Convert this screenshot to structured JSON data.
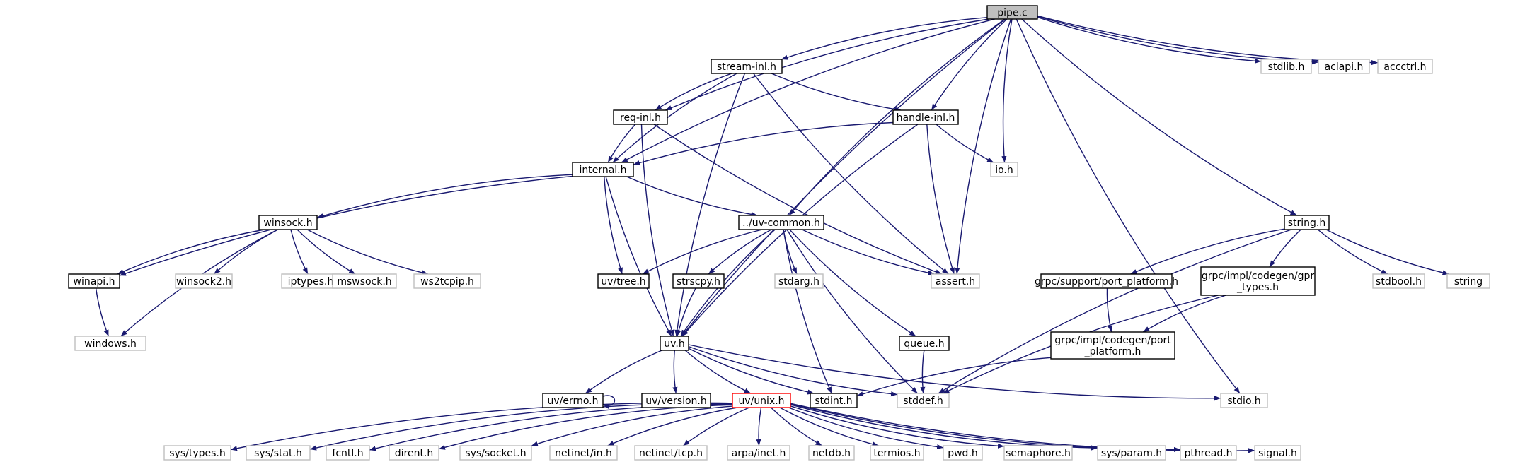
{
  "graph": {
    "title": "pipe.c",
    "colors": {
      "edge": "#191970",
      "box_border": "#000000",
      "box_ext_border": "#bfbfbf",
      "box_ext_text": "#666666",
      "box_root_fill": "#bfbfbf",
      "box_truncated_border": "#ff0000",
      "background": "#ffffff"
    },
    "nodes": [
      {
        "id": "pipe_c",
        "label": "pipe.c",
        "kind": "root"
      },
      {
        "id": "stream_inl",
        "label": "stream-inl.h",
        "kind": "normal"
      },
      {
        "id": "stdlib",
        "label": "stdlib.h",
        "kind": "external"
      },
      {
        "id": "aclapi",
        "label": "aclapi.h",
        "kind": "external"
      },
      {
        "id": "accctrl",
        "label": "accctrl.h",
        "kind": "external"
      },
      {
        "id": "req_inl",
        "label": "req-inl.h",
        "kind": "normal"
      },
      {
        "id": "handle_inl",
        "label": "handle-inl.h",
        "kind": "normal"
      },
      {
        "id": "internal",
        "label": "internal.h",
        "kind": "normal"
      },
      {
        "id": "io",
        "label": "io.h",
        "kind": "external"
      },
      {
        "id": "winsock",
        "label": "winsock.h",
        "kind": "normal"
      },
      {
        "id": "uv_common",
        "label": "../uv-common.h",
        "kind": "normal"
      },
      {
        "id": "string_h",
        "label": "string.h",
        "kind": "normal"
      },
      {
        "id": "winapi",
        "label": "winapi.h",
        "kind": "normal"
      },
      {
        "id": "winsock2",
        "label": "winsock2.h",
        "kind": "external"
      },
      {
        "id": "iptypes",
        "label": "iptypes.h",
        "kind": "external"
      },
      {
        "id": "mswsock",
        "label": "mswsock.h",
        "kind": "external"
      },
      {
        "id": "ws2tcpip",
        "label": "ws2tcpip.h",
        "kind": "external"
      },
      {
        "id": "uv_tree",
        "label": "uv/tree.h",
        "kind": "normal"
      },
      {
        "id": "strscpy",
        "label": "strscpy.h",
        "kind": "normal"
      },
      {
        "id": "stdarg",
        "label": "stdarg.h",
        "kind": "external"
      },
      {
        "id": "assert",
        "label": "assert.h",
        "kind": "external"
      },
      {
        "id": "grpc_port_platform",
        "label": "grpc/support/port_platform.h",
        "kind": "normal"
      },
      {
        "id": "grpc_gpr_types",
        "label": "grpc/impl/codegen/gpr_types.h",
        "lines": [
          "grpc/impl/codegen/gpr",
          "_types.h"
        ],
        "kind": "normal"
      },
      {
        "id": "stdbool",
        "label": "stdbool.h",
        "kind": "external"
      },
      {
        "id": "string",
        "label": "string",
        "kind": "external"
      },
      {
        "id": "windows",
        "label": "windows.h",
        "kind": "external"
      },
      {
        "id": "uv_h",
        "label": "uv.h",
        "kind": "normal"
      },
      {
        "id": "queue",
        "label": "queue.h",
        "kind": "normal"
      },
      {
        "id": "grpc_codegen_port",
        "label": "grpc/impl/codegen/port_platform.h",
        "lines": [
          "grpc/impl/codegen/port",
          "_platform.h"
        ],
        "kind": "normal"
      },
      {
        "id": "uv_errno",
        "label": "uv/errno.h",
        "kind": "normal"
      },
      {
        "id": "uv_version",
        "label": "uv/version.h",
        "kind": "normal"
      },
      {
        "id": "uv_unix",
        "label": "uv/unix.h",
        "kind": "truncated"
      },
      {
        "id": "stdint",
        "label": "stdint.h",
        "kind": "normal"
      },
      {
        "id": "stddef",
        "label": "stddef.h",
        "kind": "external"
      },
      {
        "id": "stdio",
        "label": "stdio.h",
        "kind": "external"
      },
      {
        "id": "sys_types",
        "label": "sys/types.h",
        "kind": "external"
      },
      {
        "id": "sys_stat",
        "label": "sys/stat.h",
        "kind": "external"
      },
      {
        "id": "fcntl",
        "label": "fcntl.h",
        "kind": "external"
      },
      {
        "id": "dirent",
        "label": "dirent.h",
        "kind": "external"
      },
      {
        "id": "sys_socket",
        "label": "sys/socket.h",
        "kind": "external"
      },
      {
        "id": "netinet_in",
        "label": "netinet/in.h",
        "kind": "external"
      },
      {
        "id": "netinet_tcp",
        "label": "netinet/tcp.h",
        "kind": "external"
      },
      {
        "id": "arpa_inet",
        "label": "arpa/inet.h",
        "kind": "external"
      },
      {
        "id": "netdb",
        "label": "netdb.h",
        "kind": "external"
      },
      {
        "id": "termios",
        "label": "termios.h",
        "kind": "external"
      },
      {
        "id": "pwd",
        "label": "pwd.h",
        "kind": "external"
      },
      {
        "id": "semaphore",
        "label": "semaphore.h",
        "kind": "external"
      },
      {
        "id": "sys_param",
        "label": "sys/param.h",
        "kind": "external"
      },
      {
        "id": "pthread",
        "label": "pthread.h",
        "kind": "external"
      },
      {
        "id": "signal",
        "label": "signal.h",
        "kind": "external"
      }
    ],
    "edges": [
      [
        "pipe_c",
        "stream_inl"
      ],
      [
        "pipe_c",
        "stdlib"
      ],
      [
        "pipe_c",
        "aclapi"
      ],
      [
        "pipe_c",
        "accctrl"
      ],
      [
        "pipe_c",
        "req_inl"
      ],
      [
        "pipe_c",
        "handle_inl"
      ],
      [
        "pipe_c",
        "internal"
      ],
      [
        "pipe_c",
        "io"
      ],
      [
        "pipe_c",
        "uv_common"
      ],
      [
        "pipe_c",
        "string_h"
      ],
      [
        "pipe_c",
        "assert"
      ],
      [
        "pipe_c",
        "uv_h"
      ],
      [
        "pipe_c",
        "stdio"
      ],
      [
        "stream_inl",
        "req_inl"
      ],
      [
        "stream_inl",
        "handle_inl"
      ],
      [
        "stream_inl",
        "internal"
      ],
      [
        "stream_inl",
        "assert"
      ],
      [
        "stream_inl",
        "uv_h"
      ],
      [
        "req_inl",
        "internal"
      ],
      [
        "req_inl",
        "assert"
      ],
      [
        "req_inl",
        "uv_h"
      ],
      [
        "handle_inl",
        "internal"
      ],
      [
        "handle_inl",
        "io"
      ],
      [
        "handle_inl",
        "assert"
      ],
      [
        "handle_inl",
        "uv_h"
      ],
      [
        "internal",
        "winsock"
      ],
      [
        "internal",
        "uv_common"
      ],
      [
        "internal",
        "winapi"
      ],
      [
        "internal",
        "uv_tree"
      ],
      [
        "internal",
        "uv_h"
      ],
      [
        "winsock",
        "winapi"
      ],
      [
        "winsock",
        "winsock2"
      ],
      [
        "winsock",
        "iptypes"
      ],
      [
        "winsock",
        "mswsock"
      ],
      [
        "winsock",
        "ws2tcpip"
      ],
      [
        "winsock",
        "windows"
      ],
      [
        "winapi",
        "windows"
      ],
      [
        "uv_common",
        "uv_tree"
      ],
      [
        "uv_common",
        "strscpy"
      ],
      [
        "uv_common",
        "stdarg"
      ],
      [
        "uv_common",
        "assert"
      ],
      [
        "uv_common",
        "uv_h"
      ],
      [
        "uv_common",
        "queue"
      ],
      [
        "uv_common",
        "stdint"
      ],
      [
        "uv_common",
        "stddef"
      ],
      [
        "strscpy",
        "uv_h"
      ],
      [
        "string_h",
        "grpc_port_platform"
      ],
      [
        "string_h",
        "grpc_gpr_types"
      ],
      [
        "string_h",
        "stdbool"
      ],
      [
        "string_h",
        "string"
      ],
      [
        "string_h",
        "stddef"
      ],
      [
        "grpc_port_platform",
        "grpc_codegen_port"
      ],
      [
        "grpc_gpr_types",
        "grpc_codegen_port"
      ],
      [
        "grpc_gpr_types",
        "stddef"
      ],
      [
        "grpc_codegen_port",
        "stdint"
      ],
      [
        "queue",
        "stddef"
      ],
      [
        "uv_h",
        "uv_errno"
      ],
      [
        "uv_h",
        "uv_version"
      ],
      [
        "uv_h",
        "uv_unix"
      ],
      [
        "uv_h",
        "stdint"
      ],
      [
        "uv_h",
        "stddef"
      ],
      [
        "uv_h",
        "stdio"
      ],
      [
        "uv_errno",
        "uv_errno"
      ],
      [
        "uv_unix",
        "sys_types"
      ],
      [
        "uv_unix",
        "sys_stat"
      ],
      [
        "uv_unix",
        "fcntl"
      ],
      [
        "uv_unix",
        "dirent"
      ],
      [
        "uv_unix",
        "sys_socket"
      ],
      [
        "uv_unix",
        "netinet_in"
      ],
      [
        "uv_unix",
        "netinet_tcp"
      ],
      [
        "uv_unix",
        "arpa_inet"
      ],
      [
        "uv_unix",
        "netdb"
      ],
      [
        "uv_unix",
        "termios"
      ],
      [
        "uv_unix",
        "pwd"
      ],
      [
        "uv_unix",
        "semaphore"
      ],
      [
        "uv_unix",
        "sys_param"
      ],
      [
        "uv_unix",
        "pthread"
      ],
      [
        "uv_unix",
        "signal"
      ]
    ]
  }
}
